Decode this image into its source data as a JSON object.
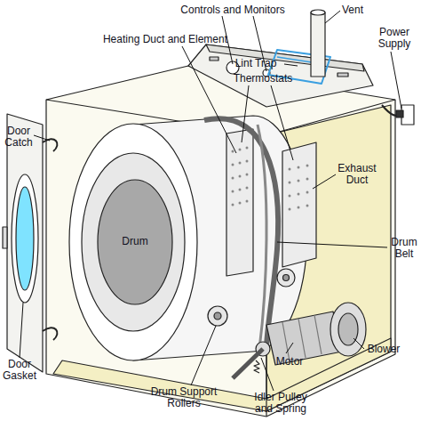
{
  "diagram": {
    "labels": [
      "Controls and Monitors",
      "Vent",
      "Power Supply",
      "Heating Duct and Element",
      "Lint Trap",
      "Thermostats",
      "Door Catch",
      "Exhaust Duct",
      "Drum",
      "Drum Belt",
      "Blower",
      "Door Gasket",
      "Motor",
      "Drum Support Rollers",
      "Idler Pulley and Spring"
    ]
  }
}
